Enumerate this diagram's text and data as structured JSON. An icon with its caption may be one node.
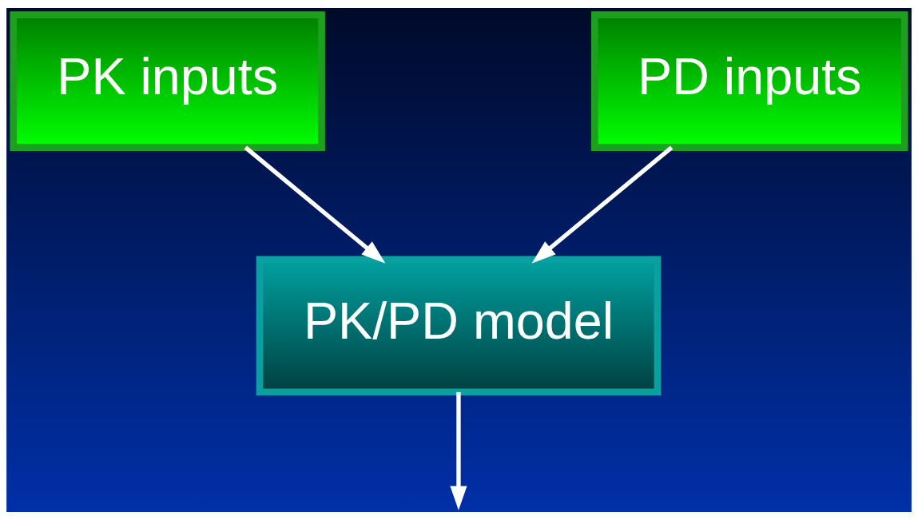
{
  "diagram": {
    "nodes": [
      {
        "text": [
          "PK inputs"
        ]
      },
      {
        "text": [
          "PD inputs"
        ]
      },
      {
        "text": [
          "PK/PD model"
        ]
      }
    ],
    "edges": [
      {
        "from": 0,
        "to": 2,
        "arrow": "to"
      },
      {
        "from": 1,
        "to": 2,
        "arrow": "to"
      },
      {
        "from": 2,
        "to": null,
        "arrow": "to"
      }
    ]
  }
}
